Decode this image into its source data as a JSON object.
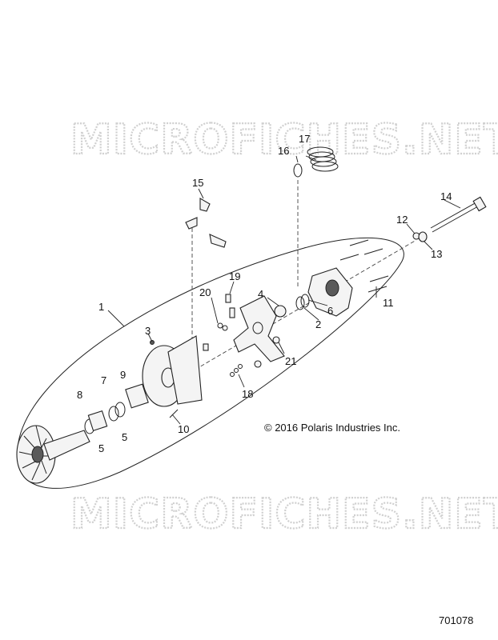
{
  "watermark": {
    "text_top": "MICROFICHES.NET",
    "text_bottom": "MICROFICHES.NET"
  },
  "copyright": "© 2016 Polaris Industries Inc.",
  "figure_number": "701078",
  "callouts": {
    "c1": "1",
    "c2": "2",
    "c3": "3",
    "c4": "4",
    "c5a": "5",
    "c5b": "5",
    "c6": "6",
    "c7": "7",
    "c8": "8",
    "c9": "9",
    "c10": "10",
    "c11": "11",
    "c12": "12",
    "c13": "13",
    "c14": "14",
    "c15": "15",
    "c16": "16",
    "c17": "17",
    "c18": "18",
    "c19": "19",
    "c20": "20",
    "c21": "21"
  }
}
